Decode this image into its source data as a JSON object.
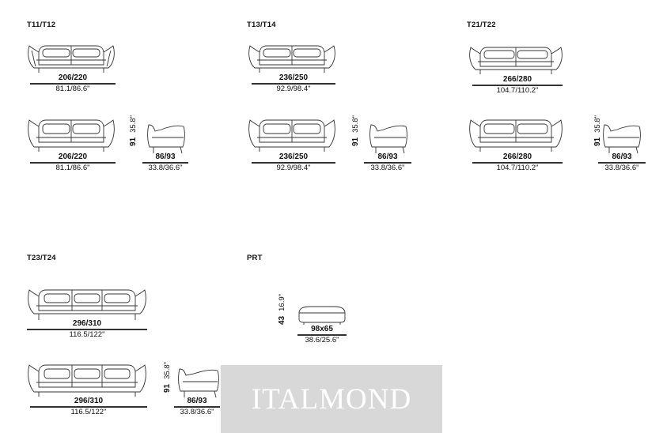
{
  "groups": {
    "g1": {
      "title": "T11/T12",
      "sofa_dim": "206/220",
      "sofa_in": "81.1/86.6\"",
      "height": "91",
      "height_in": "35.8\"",
      "depth": "86/93",
      "depth_in": "33.8/36.6\""
    },
    "g2": {
      "title": "T13/T14",
      "sofa_dim": "236/250",
      "sofa_in": "92.9/98.4\"",
      "height": "91",
      "height_in": "35.8\"",
      "depth": "86/93",
      "depth_in": "33.8/36.6\""
    },
    "g3": {
      "title": "T21/T22",
      "sofa_dim": "266/280",
      "sofa_in": "104.7/110.2\"",
      "height": "91",
      "height_in": "35.8\"",
      "depth": "86/93",
      "depth_in": "33.8/36.6\""
    },
    "g4": {
      "title": "T23/T24",
      "sofa_dim": "296/310",
      "sofa_in": "116.5/122\"",
      "height": "91",
      "height_in": "35.8\"",
      "depth": "86/93",
      "depth_in": "33.8/36.6\""
    },
    "g5": {
      "title": "PRT",
      "size": "98x65",
      "size_in": "38.6/25.6\"",
      "height": "43",
      "height_in": "16.9\""
    }
  },
  "watermark": "ITALMOND"
}
